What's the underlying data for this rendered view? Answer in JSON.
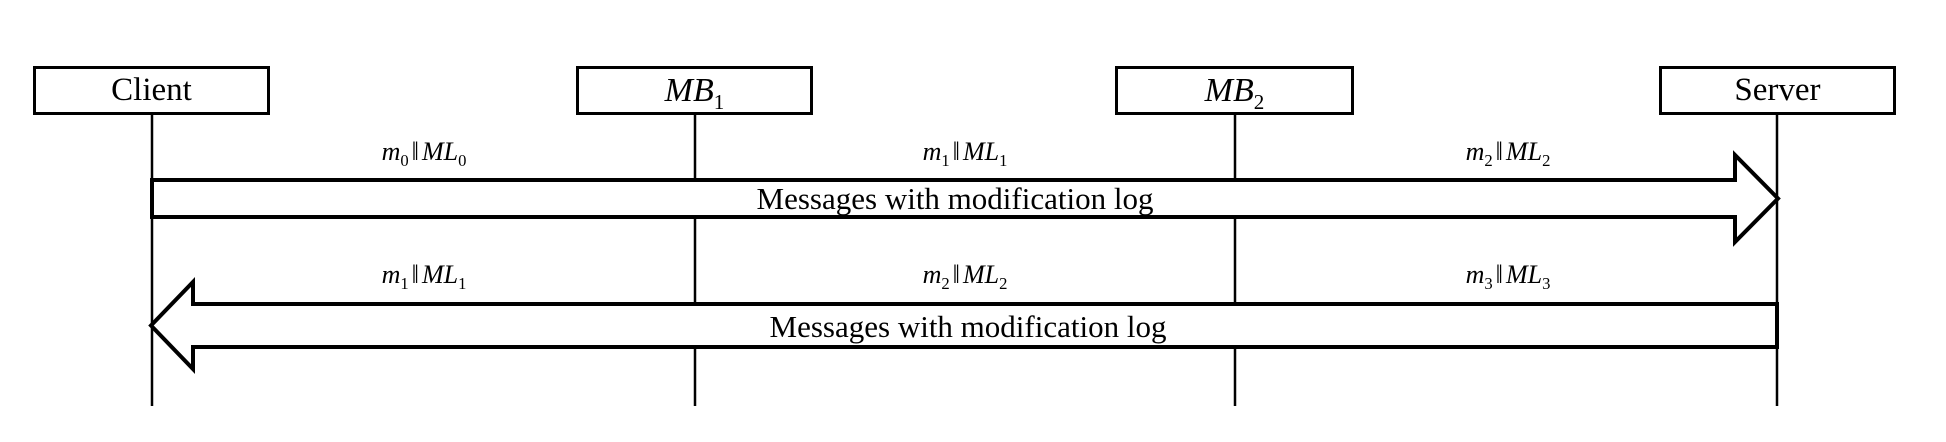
{
  "figure": {
    "kind": "sequence-diagram",
    "background_color": "#ffffff",
    "stroke_color": "#000000"
  },
  "participants": [
    {
      "id": "client",
      "label": "Client",
      "math": false
    },
    {
      "id": "mb1",
      "label_base": "MB",
      "label_sub": "1",
      "math": true
    },
    {
      "id": "mb2",
      "label_base": "MB",
      "label_sub": "2",
      "math": true
    },
    {
      "id": "server",
      "label": "Server",
      "math": false
    }
  ],
  "flows": [
    {
      "id": "request-flow",
      "direction": "right",
      "caption": "Messages with modification log",
      "segments": [
        {
          "msg": "m",
          "msg_sub": "0",
          "log": "ML",
          "log_sub": "0",
          "sep": "‖"
        },
        {
          "msg": "m",
          "msg_sub": "1",
          "log": "ML",
          "log_sub": "1",
          "sep": "‖"
        },
        {
          "msg": "m",
          "msg_sub": "2",
          "log": "ML",
          "log_sub": "2",
          "sep": "‖"
        }
      ]
    },
    {
      "id": "response-flow",
      "direction": "left",
      "caption": "Messages with modification log",
      "segments": [
        {
          "msg": "m",
          "msg_sub": "1",
          "log": "ML",
          "log_sub": "1",
          "sep": "‖"
        },
        {
          "msg": "m",
          "msg_sub": "2",
          "log": "ML",
          "log_sub": "2",
          "sep": "‖"
        },
        {
          "msg": "m",
          "msg_sub": "3",
          "log": "ML",
          "log_sub": "3",
          "sep": "‖"
        }
      ]
    }
  ],
  "labels": {
    "client": "Client",
    "mb1_base": "MB",
    "mb1_sub": "1",
    "mb2_base": "MB",
    "mb2_sub": "2",
    "server": "Server",
    "sep": "‖",
    "caption_top": "Messages with modification log",
    "caption_bottom": "Messages with modification log",
    "m0": "m",
    "m0_sub": "0",
    "ml0": "ML",
    "ml0_sub": "0",
    "m1": "m",
    "m1_sub": "1",
    "ml1": "ML",
    "ml1_sub": "1",
    "m2": "m",
    "m2_sub": "2",
    "ml2": "ML",
    "ml2_sub": "2",
    "b_m1": "m",
    "b_m1_sub": "1",
    "b_ml1": "ML",
    "b_ml1_sub": "1",
    "b_m2": "m",
    "b_m2_sub": "2",
    "b_ml2": "ML",
    "b_ml2_sub": "2",
    "b_m3": "m",
    "b_m3_sub": "3",
    "b_ml3": "ML",
    "b_ml3_sub": "3"
  }
}
